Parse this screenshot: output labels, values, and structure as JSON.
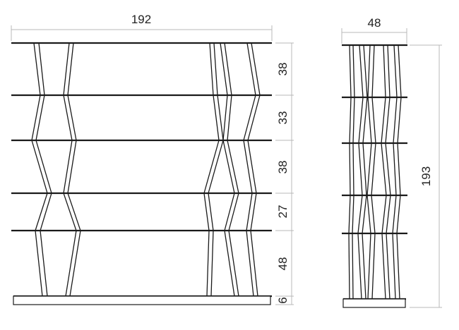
{
  "front_view": {
    "width_label": "192",
    "shelf_spacings": [
      "38",
      "33",
      "38",
      "27",
      "48"
    ],
    "base_height_label": "6"
  },
  "side_view": {
    "depth_label": "48",
    "height_label": "193"
  },
  "colors": {
    "lines": "#1a1a1a",
    "dimension_lines": "#b8b8b8",
    "text": "#222222"
  }
}
